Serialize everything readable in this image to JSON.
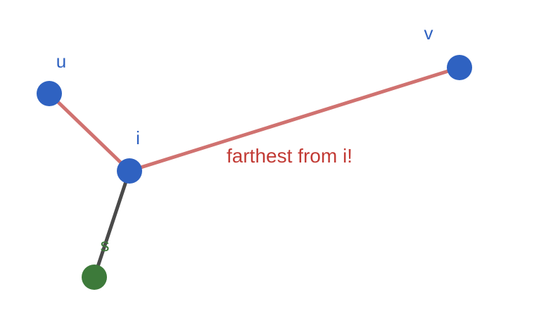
{
  "colors": {
    "node_default": "#2f62c1",
    "node_source": "#3d7a3a",
    "edge_path": "#d07270",
    "edge_source": "#4a4a4a",
    "annotation": "#c23b35",
    "label_default": "#2f62c1",
    "label_source": "#3d7a3a"
  },
  "nodes": {
    "u": {
      "label": "u"
    },
    "v": {
      "label": "v"
    },
    "i": {
      "label": "i"
    },
    "s": {
      "label": "s"
    }
  },
  "annotation": {
    "text": "farthest from i!"
  }
}
